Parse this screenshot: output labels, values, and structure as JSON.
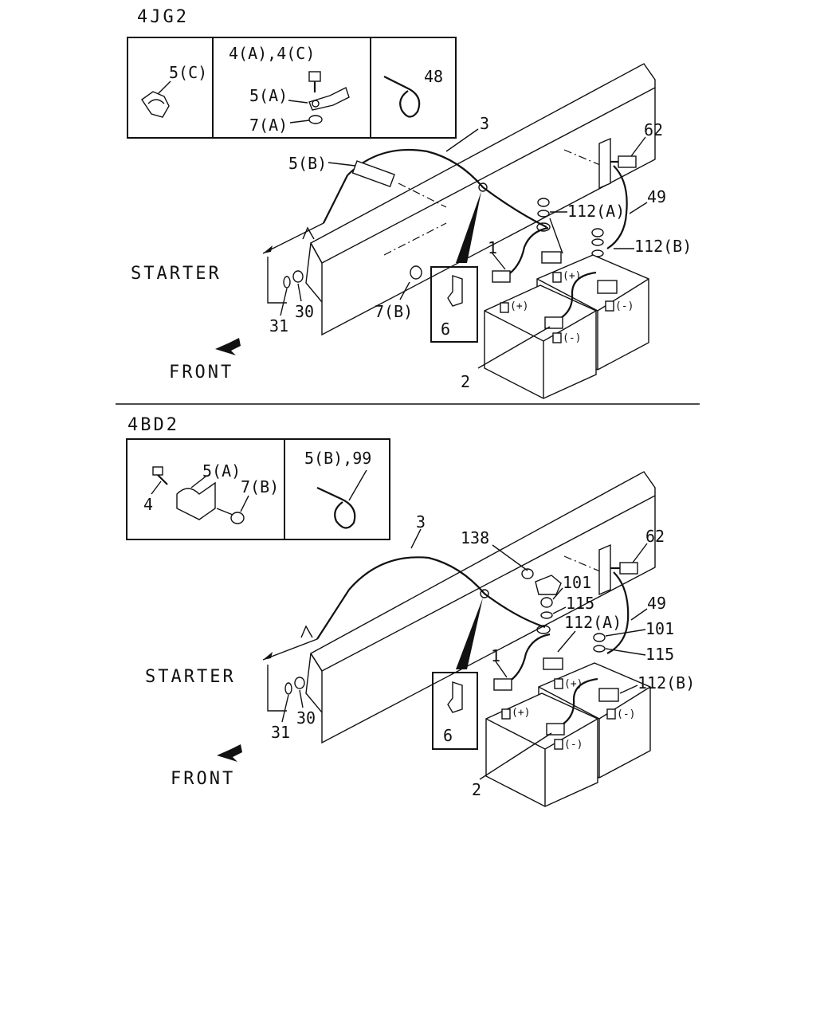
{
  "sections": [
    {
      "engine": "4JG2",
      "insets": {
        "a": [
          "5(C)"
        ],
        "b": [
          "4(A),4(C)",
          "5(A)",
          "7(A)"
        ],
        "c": [
          "48"
        ]
      },
      "labels": {
        "cable": "3",
        "clip": "5(B)",
        "bolt": "62",
        "ground_cable": "49",
        "nut_a": "112(A)",
        "nut_b": "112(B)",
        "pos_cable": "1",
        "neg_cable": "2",
        "cover": "6",
        "nut_frame": "7(B)",
        "washer": "31",
        "nut": "30",
        "starter": "STARTER",
        "front": "FRONT"
      }
    },
    {
      "engine": "4BD2",
      "insets": {
        "a": [
          "5(A)",
          "4",
          "7(B)"
        ],
        "b": [
          "5(B),99"
        ]
      },
      "labels": {
        "cable": "3",
        "terminal": "138",
        "nut_101": "101",
        "washer_115": "115",
        "nut_a": "112(A)",
        "ground_cable": "49",
        "bolt": "62",
        "nut_101b": "101",
        "washer_115b": "115",
        "nut_b": "112(B)",
        "pos_cable": "1",
        "neg_cable": "2",
        "cover": "6",
        "washer": "31",
        "nut": "30",
        "starter": "STARTER",
        "front": "FRONT"
      }
    }
  ],
  "battery_marks": {
    "pos": "(+)",
    "neg": "(-)"
  },
  "colors": {
    "ink": "#111111",
    "paper": "#ffffff"
  }
}
